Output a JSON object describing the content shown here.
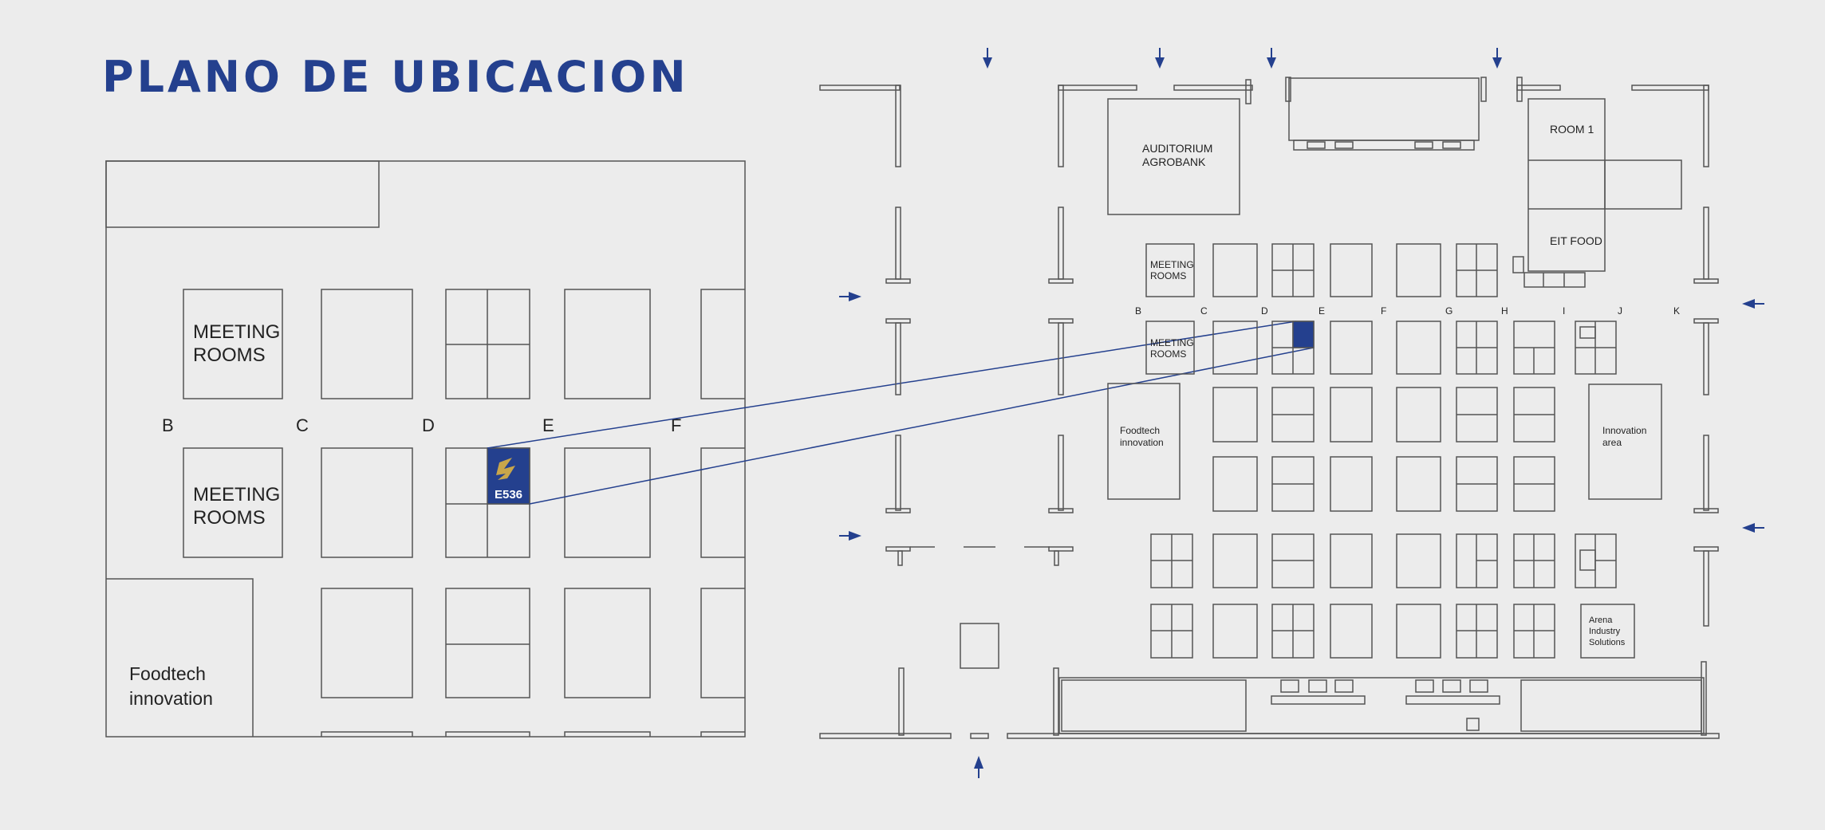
{
  "title": "PLANO DE UBICACION",
  "colors": {
    "accent": "#24408e",
    "background": "#ececec",
    "lines": "#555555",
    "logo_gold": "#c9a64a"
  },
  "zoom_view": {
    "column_letters": [
      "B",
      "C",
      "D",
      "E",
      "F"
    ],
    "meeting_rooms_1": [
      "MEETING",
      "ROOMS"
    ],
    "meeting_rooms_2": [
      "MEETING",
      "ROOMS"
    ],
    "foodtech": [
      "Foodtech",
      "innovation"
    ],
    "stand_code": "E536",
    "stand_icon": "exhibitor-logo-icon"
  },
  "hall": {
    "auditorium": [
      "AUDITORIUM",
      "AGROBANK"
    ],
    "room1": "ROOM 1",
    "eit_food": "EIT FOOD",
    "meeting_rooms_1": [
      "MEETING",
      "ROOMS"
    ],
    "meeting_rooms_2": [
      "MEETING",
      "ROOMS"
    ],
    "foodtech": [
      "Foodtech",
      "innovation"
    ],
    "innovation_area": [
      "Innovation",
      "area"
    ],
    "arena": [
      "Arena",
      "Industry",
      "Solutions"
    ],
    "column_letters": [
      "B",
      "C",
      "D",
      "E",
      "F",
      "G",
      "H",
      "I",
      "J",
      "K"
    ],
    "entrance_icon": "entrance-arrow-icon"
  }
}
